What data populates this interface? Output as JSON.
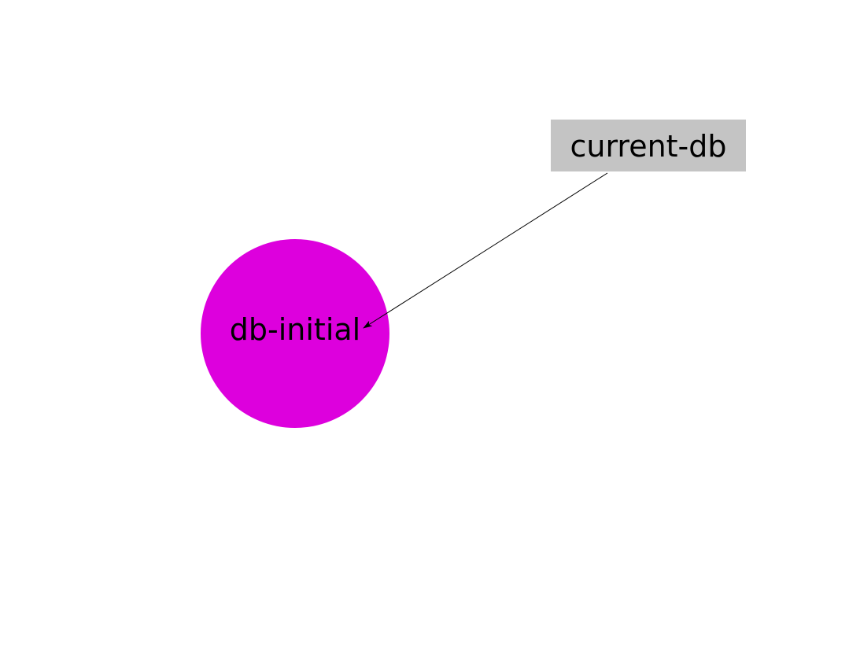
{
  "nodes": {
    "db_initial": {
      "label": "db-initial",
      "shape": "circle",
      "fill": "#dd00dd"
    },
    "current_db": {
      "label": "current-db",
      "shape": "rectangle",
      "fill": "#c4c4c4"
    }
  },
  "edges": [
    {
      "from": "current-db",
      "to": "db-initial",
      "color": "#000000",
      "arrowhead": "filled"
    }
  ]
}
